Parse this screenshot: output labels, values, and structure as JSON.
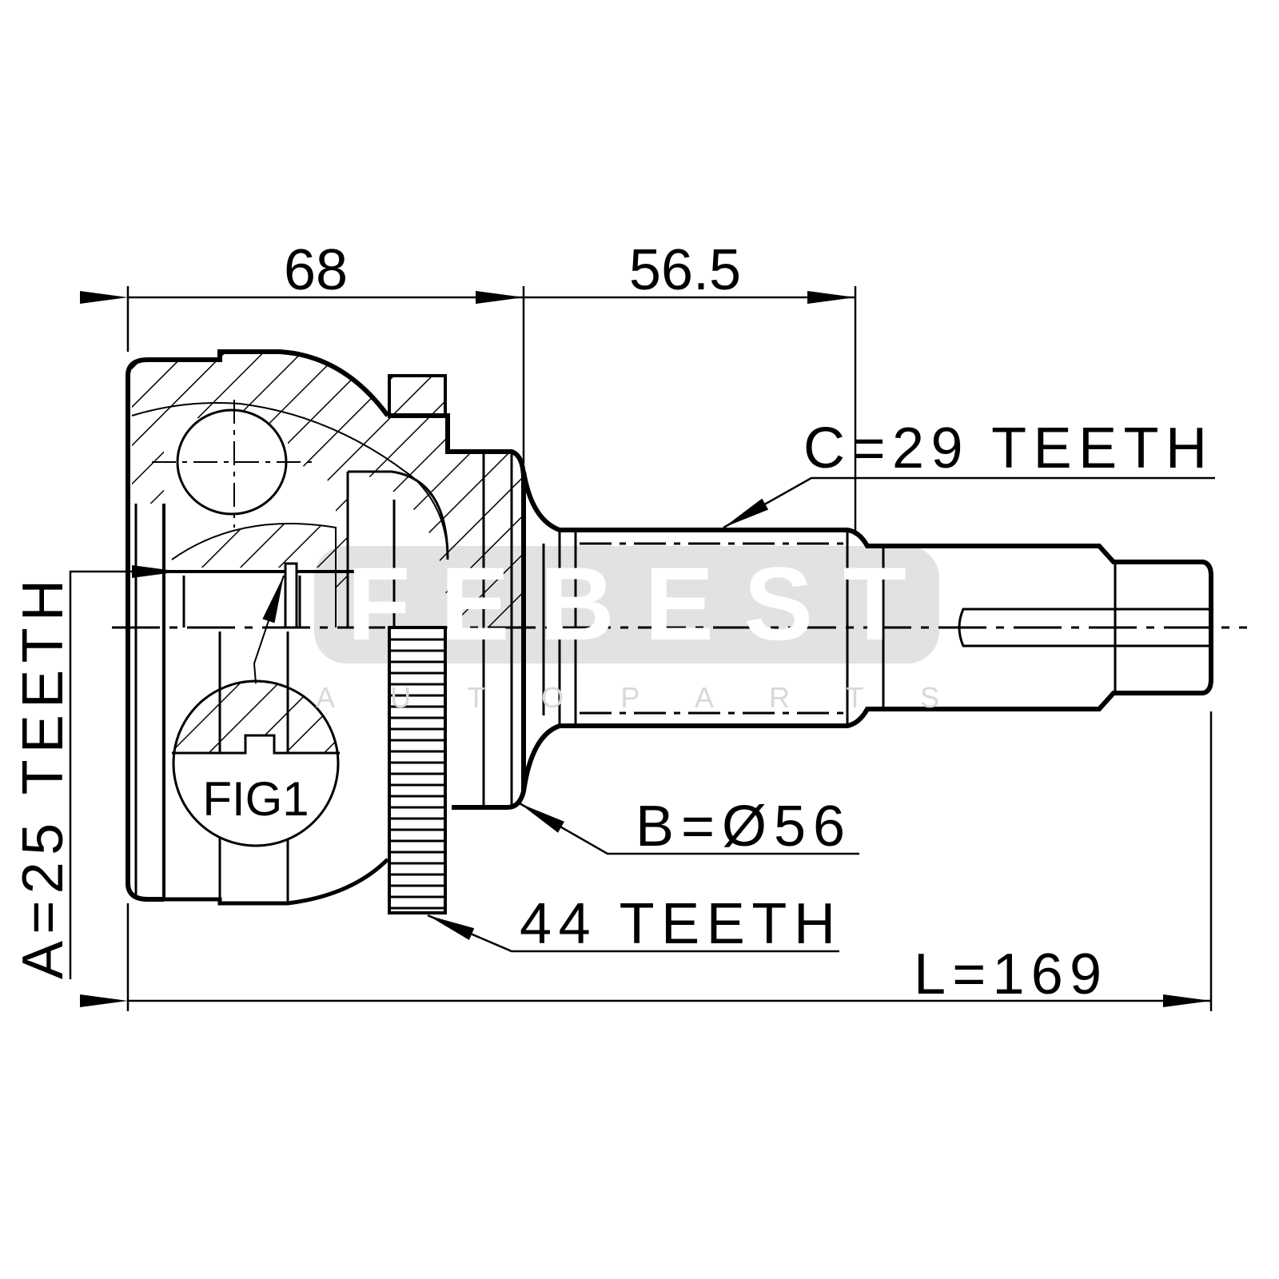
{
  "drawing": {
    "dimensions": {
      "housing_length": "68",
      "stem_length": "56.5",
      "total_length": "L=169"
    },
    "callouts": {
      "outer_spline": "C=29 TEETH",
      "seal_diameter": "B=Ø56",
      "abs_ring": "44 TEETH",
      "inner_spline": "A=25 TEETH",
      "detail_figure": "FIG1"
    },
    "watermark": {
      "brand": "FEBEST",
      "tagline": "A U T O   P A R T S"
    },
    "colors": {
      "line": "#000000",
      "watermark_bg": "#e2e2e2",
      "watermark_text": "#d8d8d8"
    }
  }
}
